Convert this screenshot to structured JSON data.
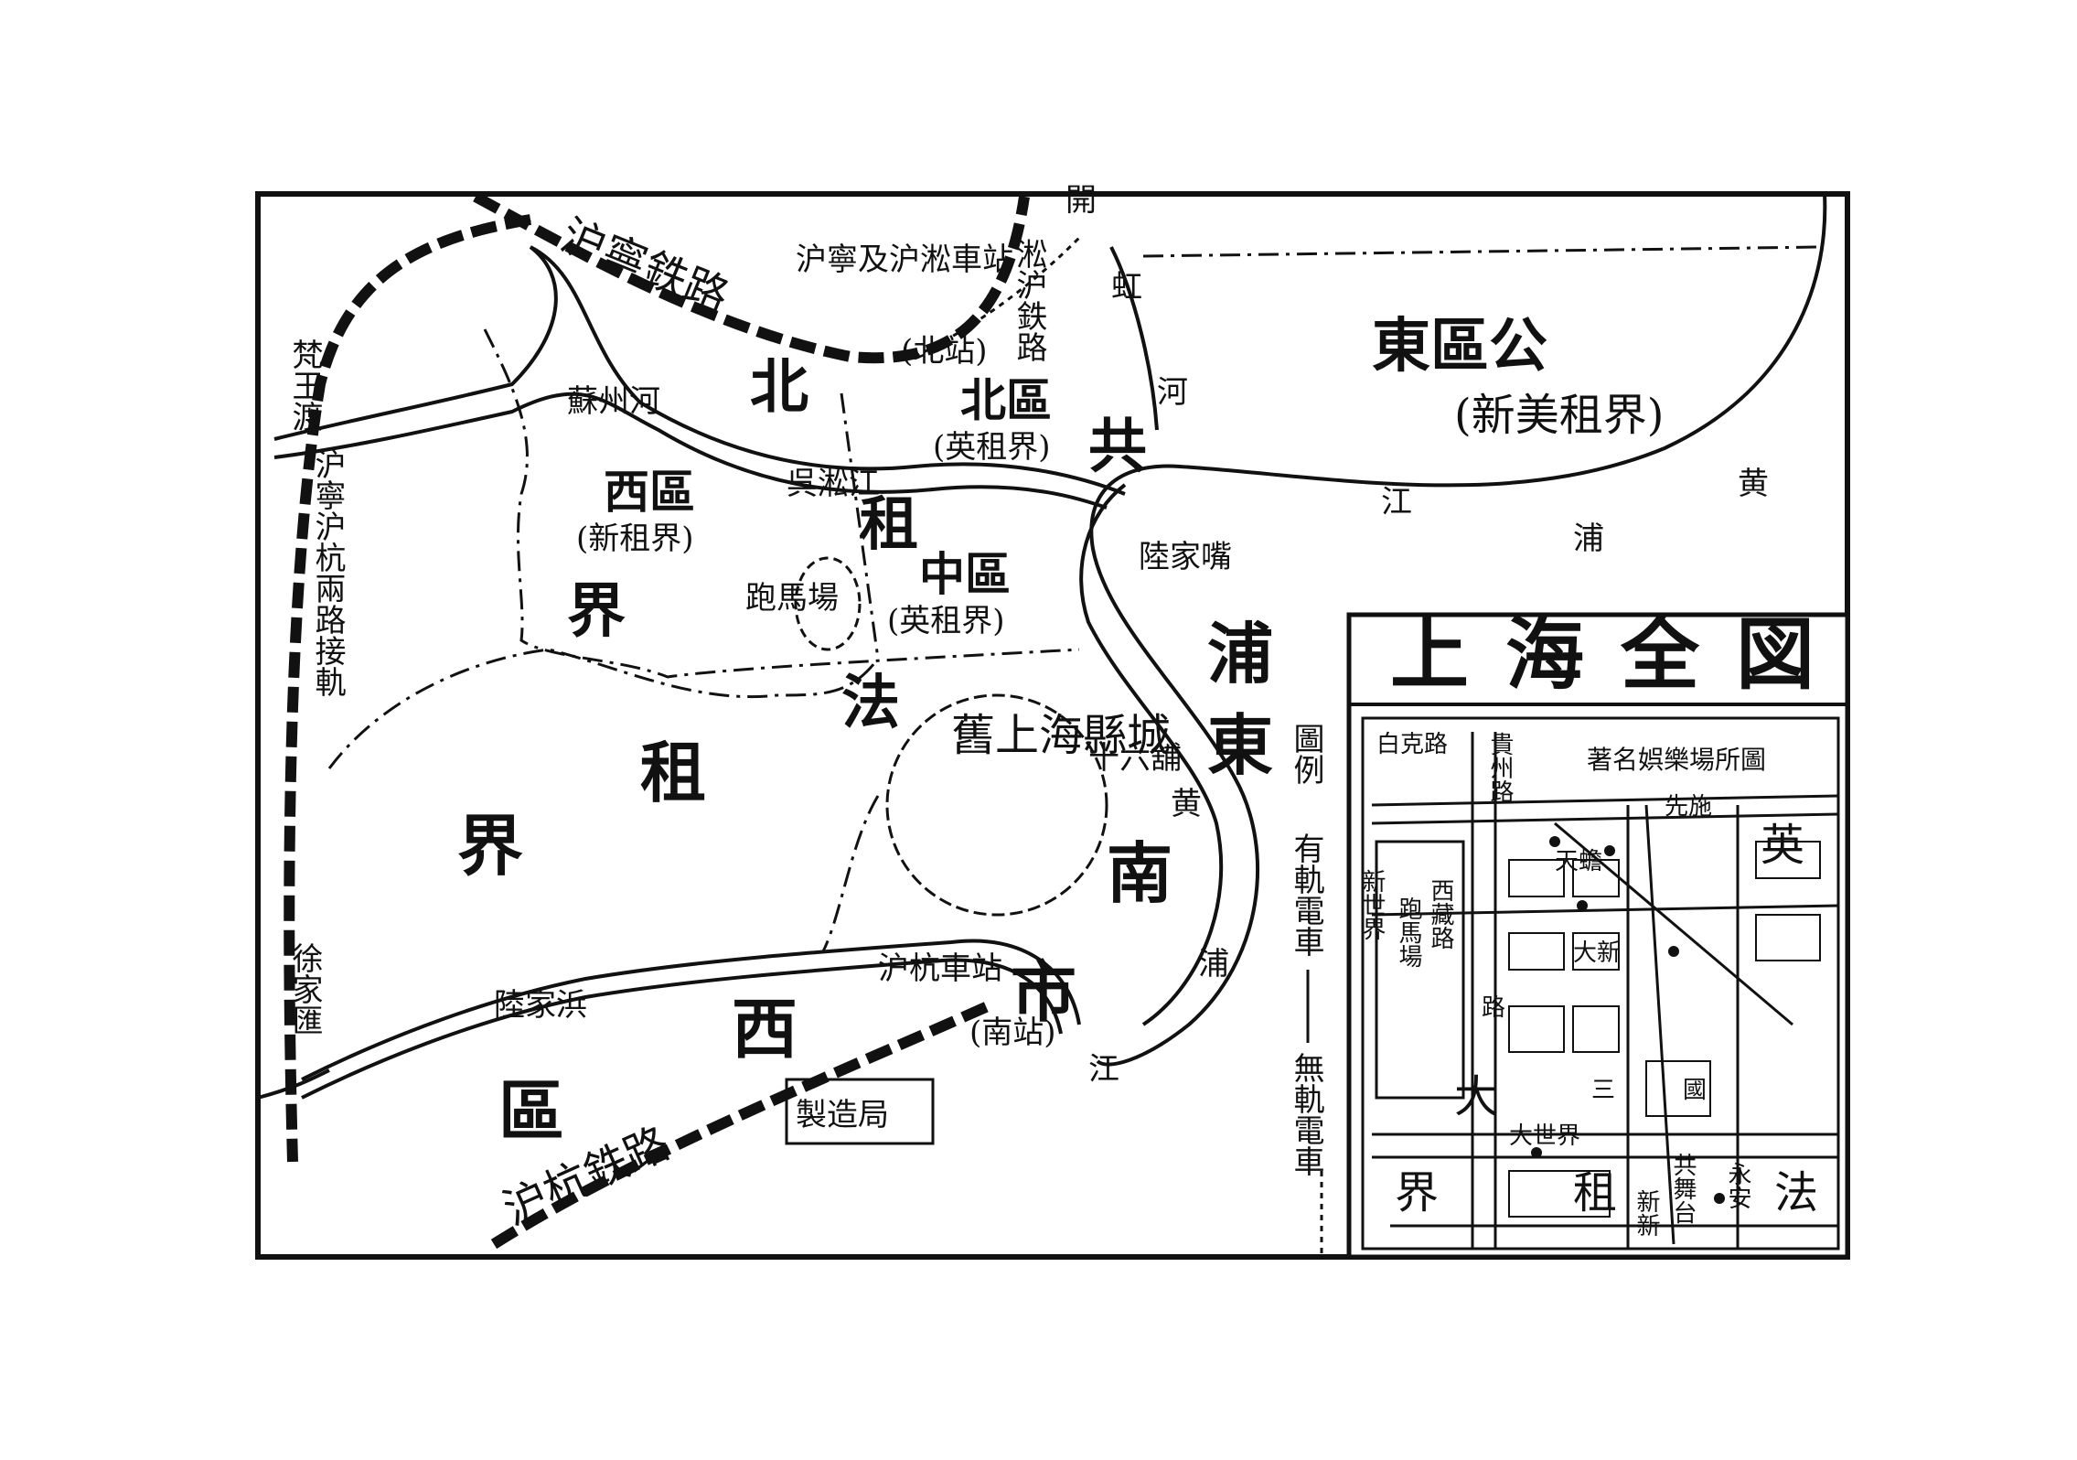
{
  "map_title": "上海全図",
  "districts": {
    "east_public": "東區公",
    "east_public_note": "(新美租界)",
    "north": "北區",
    "north_note": "(英租界)",
    "central": "中區",
    "central_note": "(英租界)",
    "west": "西區",
    "west_note": "(新租界)",
    "gong": "共",
    "north_char": "北",
    "zu": "租",
    "jie": "界",
    "fa": "法",
    "fa_zu": "租",
    "fa_jie": "界",
    "nan": "南",
    "shi": "市",
    "xi": "西",
    "qu": "區"
  },
  "places": {
    "old_city": "舊上海縣城",
    "racecourse": "跑馬場",
    "lujiazui": "陸家嘴",
    "shiliupu": "十六舖",
    "huangpu_char": "黄",
    "pudong_pu": "浦",
    "pudong_dong": "東",
    "hongkou_hong": "虹",
    "hongkou_he": "河",
    "suzhou_creek": "蘇州河",
    "wusong_jiang": "呉淞江",
    "huangpu_jiang_1": "黄",
    "huangpu_jiang_2": "浦",
    "huangpu_jiang_3": "江",
    "pu_east": "浦",
    "jiang_south": "江",
    "fanwangdu": "梵王渡",
    "xujiahui": "徐家匯",
    "lujiabang": "陸家浜",
    "arsenal": "製造局"
  },
  "railways": {
    "shanghai_nanjing": "沪寧鉄路",
    "shanghai_wusong": "淞沪鉄路",
    "kaiwu": "開",
    "shanghai_hangzhou": "沪杭鉄路",
    "connect_line": "沪寧沪杭兩路接軌",
    "north_station_label": "沪寧及沪淞車站",
    "north_station": "(北站)",
    "south_station_label": "沪杭車站",
    "south_station": "(南站)"
  },
  "legend": {
    "title": "圖例",
    "tram_with_track": "有軌電車",
    "tram_trackless": "無軌電車"
  },
  "inset": {
    "title": "著名娯樂場所圖",
    "labels": [
      "白克路",
      "貴州路",
      "新世界",
      "跑馬場",
      "西藏路",
      "大世界",
      "共舞台",
      "天蟾",
      "大新",
      "界",
      "租",
      "法",
      "英",
      "大",
      "路",
      "新新",
      "永安",
      "先施",
      "三",
      "國"
    ]
  },
  "colors": {
    "ink": "#111111",
    "paper": "#ffffff"
  }
}
